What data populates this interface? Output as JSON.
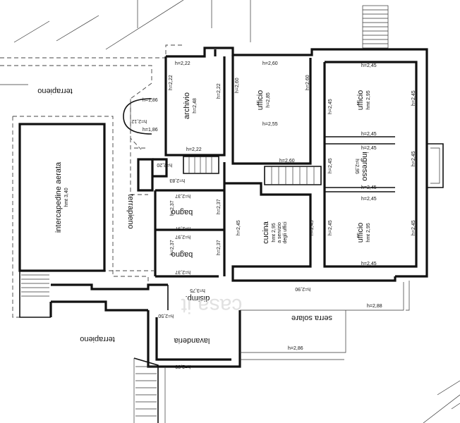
{
  "rooms": {
    "archivio": {
      "name": "archivio",
      "h": "h=2,48"
    },
    "ufficio_1": {
      "name": "ufficio",
      "h": "h=2,85"
    },
    "ufficio_2": {
      "name": "ufficio",
      "h": "hmt 2,95"
    },
    "ingresso": {
      "name": "ingresso",
      "h": "h=2,95"
    },
    "ufficio_3": {
      "name": "ufficio",
      "h": "hmt 2,95"
    },
    "cucina": {
      "name": "cucina",
      "h": "hmt 2,95",
      "note1": "a servizio",
      "note2": "degli uffici"
    },
    "bagno_1": {
      "name": "bagno"
    },
    "bagno_2": {
      "name": "bagno"
    },
    "intercapedine": {
      "name": "intercapedine aerata",
      "h": "hmt 3,40"
    },
    "disimp": {
      "name": "disimp.",
      "h": "h=3,75"
    },
    "lavanderia": {
      "name": "lavanderia"
    },
    "serra": {
      "name": "serra solare"
    }
  },
  "labels": {
    "terrapieno_1": "terrapieno",
    "terrapieno_2": "terrapieno",
    "terrapieno_3": "terrapieno"
  },
  "heights": {
    "h_2_22": "h=2,22",
    "h_2_60": "h=2,60",
    "h_2_45": "h=2,45",
    "h_1_86": "h=1,86",
    "h_2_12": "h=2,12",
    "h_2_55": "h=2,55",
    "h_2_20": "h=2,20",
    "h_2_83": "h=2,83",
    "h_2_37": "h=2,37",
    "h_2_97": "h=2,97",
    "h_2_90": "h=2,90",
    "h_2_88": "h=2,88",
    "h_2_86": "h=2,86",
    "h_2_80": "h=2,80",
    "h_2_50": "h=2,50"
  },
  "watermark": "casa.it"
}
